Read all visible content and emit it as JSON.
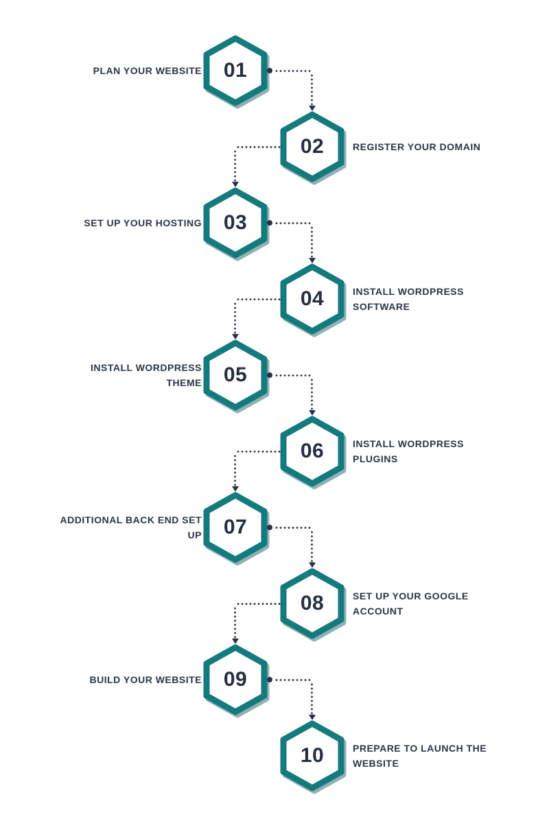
{
  "colors": {
    "hexagon_teal": "#147a7d",
    "hexagon_shadow_teal": "#0b5458",
    "text_navy": "#2b3444",
    "connector_navy": "#2a3142",
    "background": "#ffffff"
  },
  "steps": [
    {
      "number": "01",
      "label": "PLAN YOUR WEBSITE",
      "side": "left"
    },
    {
      "number": "02",
      "label": "REGISTER YOUR DOMAIN",
      "side": "right"
    },
    {
      "number": "03",
      "label": "SET UP YOUR HOSTING",
      "side": "left"
    },
    {
      "number": "04",
      "label": "INSTALL WORDPRESS\nSOFTWARE",
      "side": "right"
    },
    {
      "number": "05",
      "label": "INSTALL WORDPRESS\nTHEME",
      "side": "left"
    },
    {
      "number": "06",
      "label": "INSTALL WORDPRESS\nPLUGINS",
      "side": "right"
    },
    {
      "number": "07",
      "label": "ADDITIONAL BACK END SET\nUP",
      "side": "left"
    },
    {
      "number": "08",
      "label": "SET UP YOUR GOOGLE\nACCOUNT",
      "side": "right"
    },
    {
      "number": "09",
      "label": "BUILD YOUR WEBSITE",
      "side": "left"
    },
    {
      "number": "10",
      "label": "PREPARE TO LAUNCH THE\nWEBSITE",
      "side": "right"
    }
  ]
}
